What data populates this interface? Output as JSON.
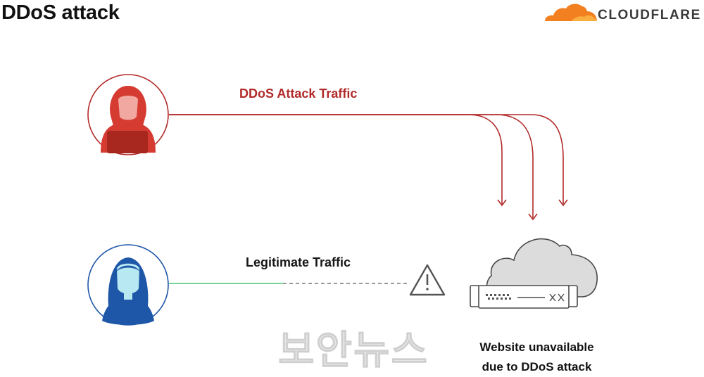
{
  "header": {
    "title": "DDoS attack",
    "brand_name": "CLOUDFLARE",
    "brand_color": "#f38020"
  },
  "diagram": {
    "attacker": {
      "icon": "hooded-attacker-icon",
      "color": "#d63b32"
    },
    "user": {
      "icon": "user-avatar-icon",
      "color": "#1e56a8"
    },
    "attack_label": "DDoS Attack Traffic",
    "legit_label": "Legitimate Traffic",
    "warning_icon": "warning-triangle-icon",
    "server_icon": "cloud-server-icon",
    "status_line1": "Website unavailable",
    "status_line2": "due to DDoS attack",
    "colors": {
      "attack": "#b22a2a",
      "legit": "#48c774",
      "blocked": "#777777"
    }
  },
  "watermark": "보안뉴스"
}
